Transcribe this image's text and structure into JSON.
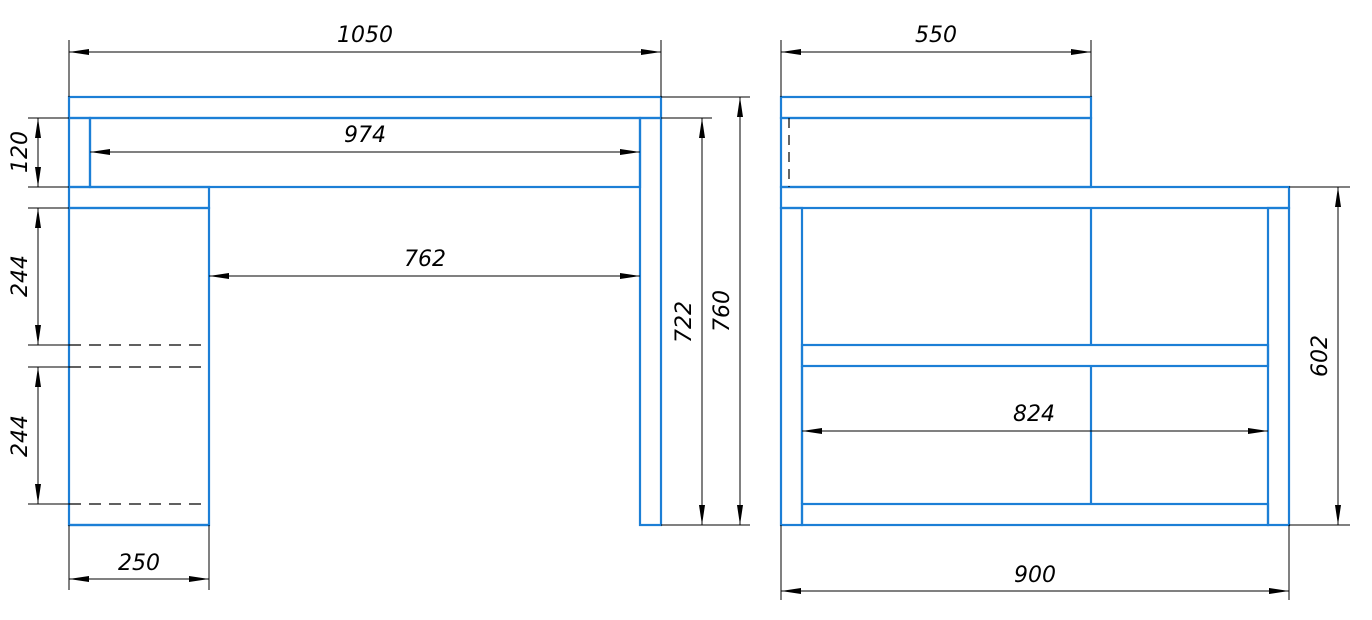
{
  "colors": {
    "part_outline": "#1c7fd6",
    "dimension_line": "#000000",
    "background": "#ffffff"
  },
  "front_view": {
    "dimensions": {
      "overall_width": "1050",
      "inner_width": "974",
      "opening_width": "762",
      "top_rail_height": "120",
      "drawer_height_top": "244",
      "drawer_height_bottom": "244",
      "pedestal_width": "250",
      "leg_height": "722",
      "overall_height": "760"
    }
  },
  "side_view": {
    "dimensions": {
      "top_width": "550",
      "shelf_inner_width": "824",
      "shelf_height": "602",
      "overall_width": "900"
    }
  }
}
